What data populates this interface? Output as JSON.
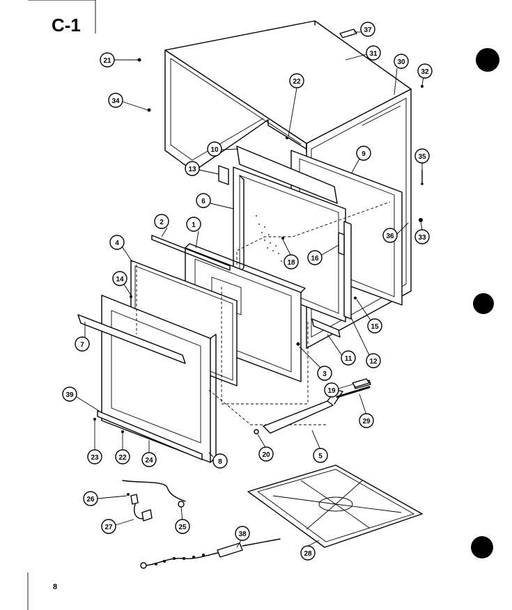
{
  "page": {
    "title": "C-1",
    "page_number": "8"
  },
  "callouts": [
    {
      "num": "1"
    },
    {
      "num": "2"
    },
    {
      "num": "3"
    },
    {
      "num": "4"
    },
    {
      "num": "5"
    },
    {
      "num": "6"
    },
    {
      "num": "7"
    },
    {
      "num": "8"
    },
    {
      "num": "9"
    },
    {
      "num": "10"
    },
    {
      "num": "11"
    },
    {
      "num": "12"
    },
    {
      "num": "13"
    },
    {
      "num": "14"
    },
    {
      "num": "15"
    },
    {
      "num": "16"
    },
    {
      "num": "18"
    },
    {
      "num": "19"
    },
    {
      "num": "20"
    },
    {
      "num": "21"
    },
    {
      "num": "22"
    },
    {
      "num": "22"
    },
    {
      "num": "23"
    },
    {
      "num": "24"
    },
    {
      "num": "25"
    },
    {
      "num": "26"
    },
    {
      "num": "27"
    },
    {
      "num": "28"
    },
    {
      "num": "29"
    },
    {
      "num": "30"
    },
    {
      "num": "31"
    },
    {
      "num": "32"
    },
    {
      "num": "33"
    },
    {
      "num": "34"
    },
    {
      "num": "35"
    },
    {
      "num": "36"
    },
    {
      "num": "37"
    },
    {
      "num": "38"
    },
    {
      "num": "39"
    }
  ],
  "colors": {
    "ink": "#000000",
    "paper": "#ffffff"
  }
}
